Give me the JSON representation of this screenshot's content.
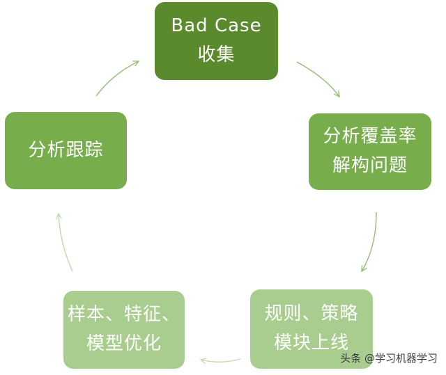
{
  "nodes": {
    "top": {
      "line1": "Bad Case",
      "line2": "收集"
    },
    "right": {
      "line1": "分析覆盖率",
      "line2": "解构问题"
    },
    "bottom_right": {
      "line1": "规则、策略",
      "line2": "模块上线"
    },
    "bottom_left": {
      "line1": "样本、特征、",
      "line2": "模型优化"
    },
    "left": {
      "line1": "分析跟踪"
    }
  },
  "watermark": "头条 @学习机器学习",
  "colors": {
    "dark_green": "#5b8a2d",
    "mid_green": "#78ad4c",
    "light_green": "#a8cd8f",
    "arrow": "#93bd74"
  }
}
